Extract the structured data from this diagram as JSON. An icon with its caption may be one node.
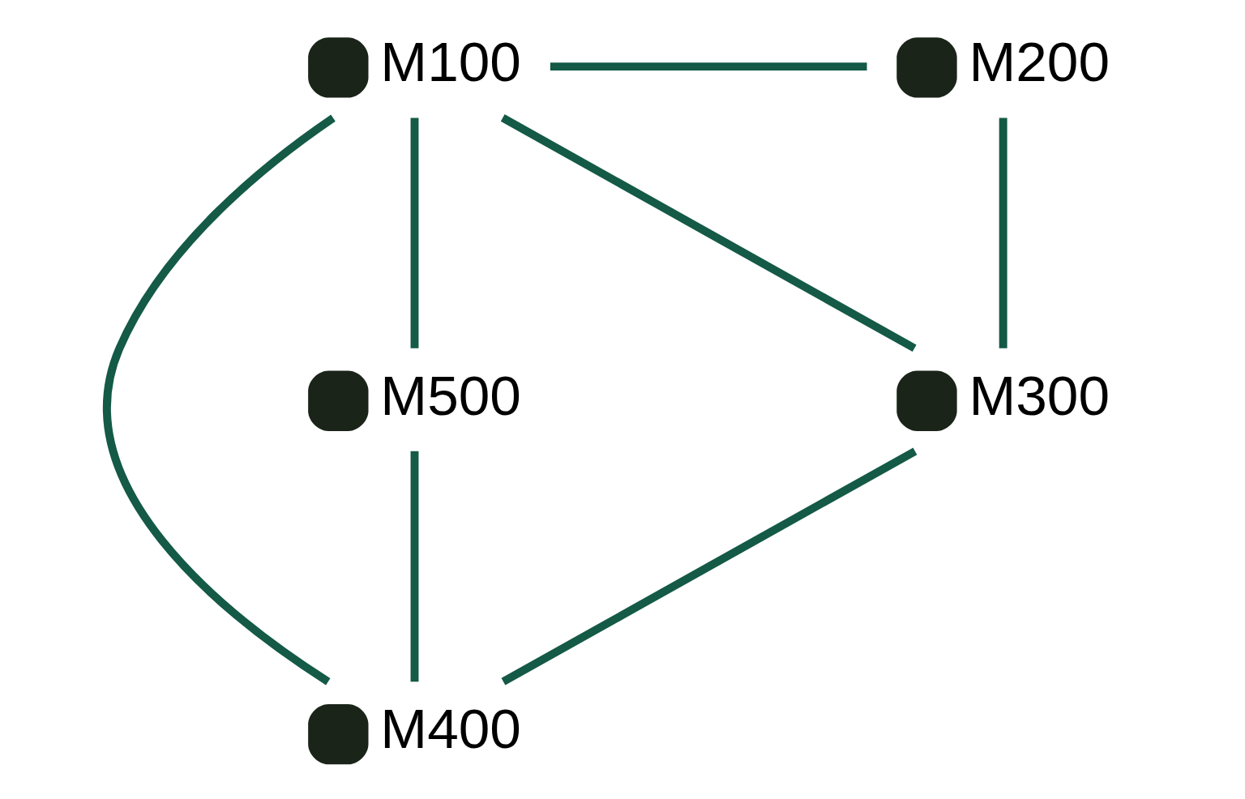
{
  "diagram": {
    "nodes": [
      {
        "text": [
          "M100"
        ]
      },
      {
        "text": [
          "M200"
        ]
      },
      {
        "text": [
          "M300"
        ]
      },
      {
        "text": [
          "M400"
        ]
      },
      {
        "text": [
          "M500"
        ]
      }
    ],
    "edges": [
      {
        "from": 0,
        "to": 1,
        "arrow": "none"
      },
      {
        "from": 0,
        "to": 4,
        "arrow": "none"
      },
      {
        "from": 0,
        "to": 3,
        "arrow": "none"
      },
      {
        "from": 0,
        "to": 2,
        "arrow": "none"
      },
      {
        "from": 1,
        "to": 2,
        "arrow": "none"
      },
      {
        "from": 4,
        "to": 3,
        "arrow": "none"
      },
      {
        "from": 3,
        "to": 2,
        "arrow": "none"
      }
    ]
  }
}
